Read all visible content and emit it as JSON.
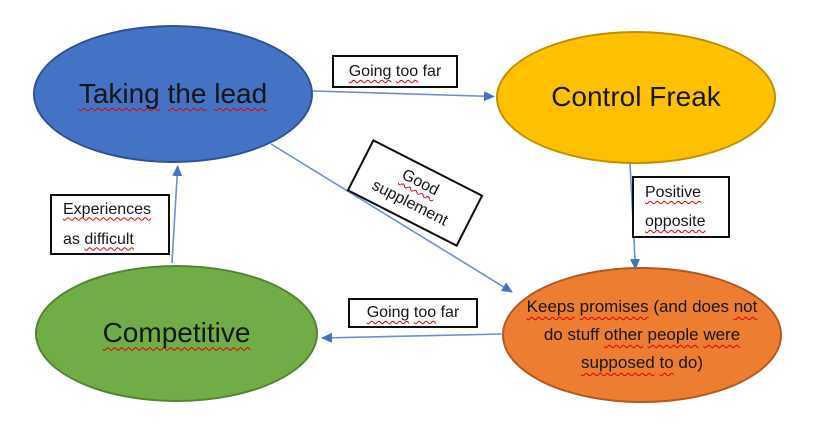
{
  "diagram": {
    "background": "#FFFFFF",
    "squiggle_color": "#E00000",
    "connector": {
      "line": "#6A8FD4",
      "head": "#4472C4"
    },
    "nodes": [
      {
        "id": "taking-the-lead",
        "label": "Taking the lead",
        "fill": "#4472C4",
        "stroke": "#2F528F",
        "lines": [
          [
            {
              "t": "Taking",
              "sq": true
            },
            {
              "t": "the",
              "sq": true
            },
            {
              "t": "lead",
              "sq": true
            }
          ]
        ]
      },
      {
        "id": "control-freak",
        "label": "Control Freak",
        "fill": "#FFC000",
        "stroke": "#BF9000",
        "lines": [
          [
            {
              "t": "Control",
              "sq": false
            },
            {
              "t": "Freak",
              "sq": false
            }
          ]
        ]
      },
      {
        "id": "competitive",
        "label": "Competitive",
        "fill": "#70AD47",
        "stroke": "#548235",
        "lines": [
          [
            {
              "t": "Competitive",
              "sq": true
            }
          ]
        ]
      },
      {
        "id": "keeps-promises",
        "label": "Keeps promises (and does not do stuff other people were supposed to do)",
        "fill": "#ED7D31",
        "stroke": "#AE5A21",
        "lines": [
          [
            {
              "t": "Keeps",
              "sq": true
            },
            {
              "t": "promises",
              "sq": true
            },
            {
              "t": "(and",
              "sq": false
            },
            {
              "t": "does",
              "sq": false
            },
            {
              "t": "not",
              "sq": true
            }
          ],
          [
            {
              "t": "do",
              "sq": false
            },
            {
              "t": "stuff",
              "sq": false
            },
            {
              "t": "other",
              "sq": true
            },
            {
              "t": "people",
              "sq": true
            },
            {
              "t": "were",
              "sq": true
            }
          ],
          [
            {
              "t": "supposed",
              "sq": true
            },
            {
              "t": "to",
              "sq": true
            },
            {
              "t": "do)",
              "sq": false
            }
          ]
        ]
      }
    ],
    "labels": [
      {
        "id": "going-too-far-top",
        "label": "Going too far",
        "lines": [
          [
            {
              "t": "Going",
              "sq": true
            },
            {
              "t": "too",
              "sq": true
            },
            {
              "t": "far",
              "sq": false
            }
          ]
        ]
      },
      {
        "id": "good-supplement",
        "label": "Good supplement",
        "lines": [
          [
            {
              "t": "Good",
              "sq": true
            }
          ],
          [
            {
              "t": "supplement",
              "sq": false
            }
          ]
        ]
      },
      {
        "id": "positive-opposite",
        "label": "Positive opposite",
        "lines": [
          [
            {
              "t": "Positive",
              "sq": true
            }
          ],
          [
            {
              "t": "opposite",
              "sq": true
            }
          ]
        ]
      },
      {
        "id": "experiences-as-difficult",
        "label": "Experiences as difficult",
        "lines": [
          [
            {
              "t": "Experiences",
              "sq": true
            }
          ],
          [
            {
              "t": "as",
              "sq": false
            },
            {
              "t": "difficult",
              "sq": true
            }
          ]
        ]
      },
      {
        "id": "going-too-far-bottom",
        "label": "Going too far",
        "lines": [
          [
            {
              "t": "Going",
              "sq": true
            },
            {
              "t": "too",
              "sq": true
            },
            {
              "t": "far",
              "sq": false
            }
          ]
        ]
      }
    ]
  }
}
